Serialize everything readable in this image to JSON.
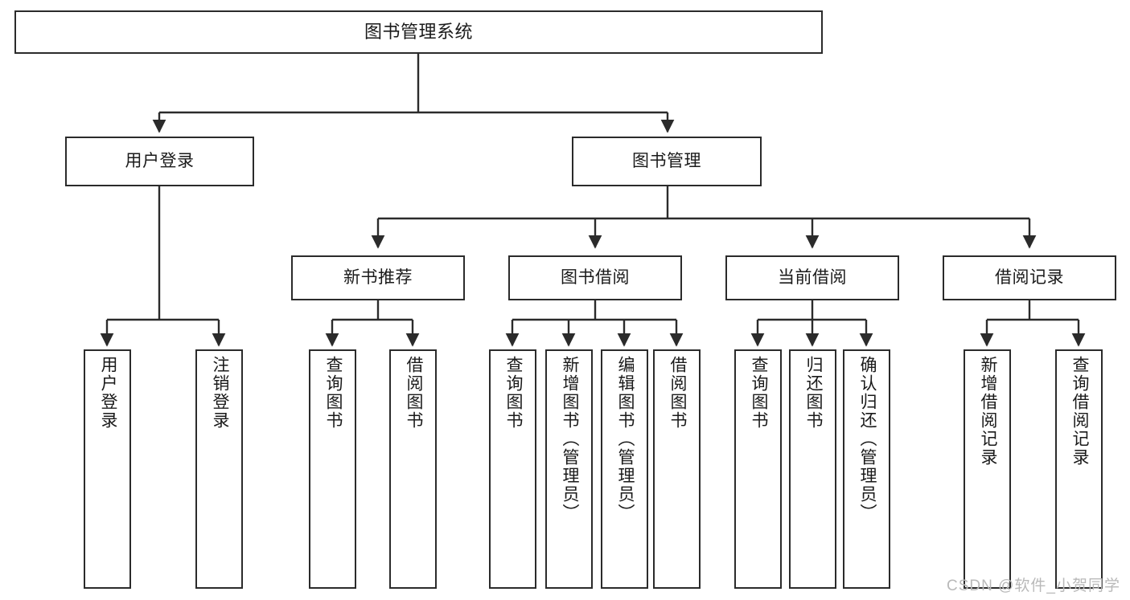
{
  "diagram": {
    "kind": "function-structure-tree",
    "title": "图书管理系统",
    "colors": {
      "box_border": "#2b2b2b",
      "box_fill": "#ffffff",
      "connector": "#2b2b2b",
      "text": "#1a1a1a",
      "watermark": "#b9b9b9",
      "background": "#ffffff"
    },
    "root": {
      "label": "图书管理系统"
    },
    "level2": [
      {
        "id": "user-login",
        "label": "用户登录"
      },
      {
        "id": "book-management",
        "label": "图书管理"
      }
    ],
    "level3": [
      {
        "id": "new-book-recommend",
        "label": "新书推荐"
      },
      {
        "id": "book-borrow",
        "label": "图书借阅"
      },
      {
        "id": "current-borrow",
        "label": "当前借阅"
      },
      {
        "id": "borrow-record",
        "label": "借阅记录"
      }
    ],
    "leaves": {
      "user_login": [
        {
          "id": "leaf-user-login",
          "label": "用户登录"
        },
        {
          "id": "leaf-logout-login",
          "label": "注销登录"
        }
      ],
      "new_book_recommend": [
        {
          "id": "leaf-query-book-1",
          "label": "查询图书"
        },
        {
          "id": "leaf-borrow-book-1",
          "label": "借阅图书"
        }
      ],
      "book_borrow": [
        {
          "id": "leaf-query-book-2",
          "label": "查询图书"
        },
        {
          "id": "leaf-add-book",
          "label": "新增图书（管理员）"
        },
        {
          "id": "leaf-edit-book",
          "label": "编辑图书（管理员）"
        },
        {
          "id": "leaf-borrow-book-2",
          "label": "借阅图书"
        }
      ],
      "current_borrow": [
        {
          "id": "leaf-query-book-3",
          "label": "查询图书"
        },
        {
          "id": "leaf-return-book",
          "label": "归还图书"
        },
        {
          "id": "leaf-confirm-return",
          "label": "确认归还（管理员）"
        }
      ],
      "borrow_record": [
        {
          "id": "leaf-add-record",
          "label": "新增借阅记录"
        },
        {
          "id": "leaf-query-record",
          "label": "查询借阅记录"
        }
      ]
    },
    "watermark": "CSDN @软件_小贺同学"
  }
}
